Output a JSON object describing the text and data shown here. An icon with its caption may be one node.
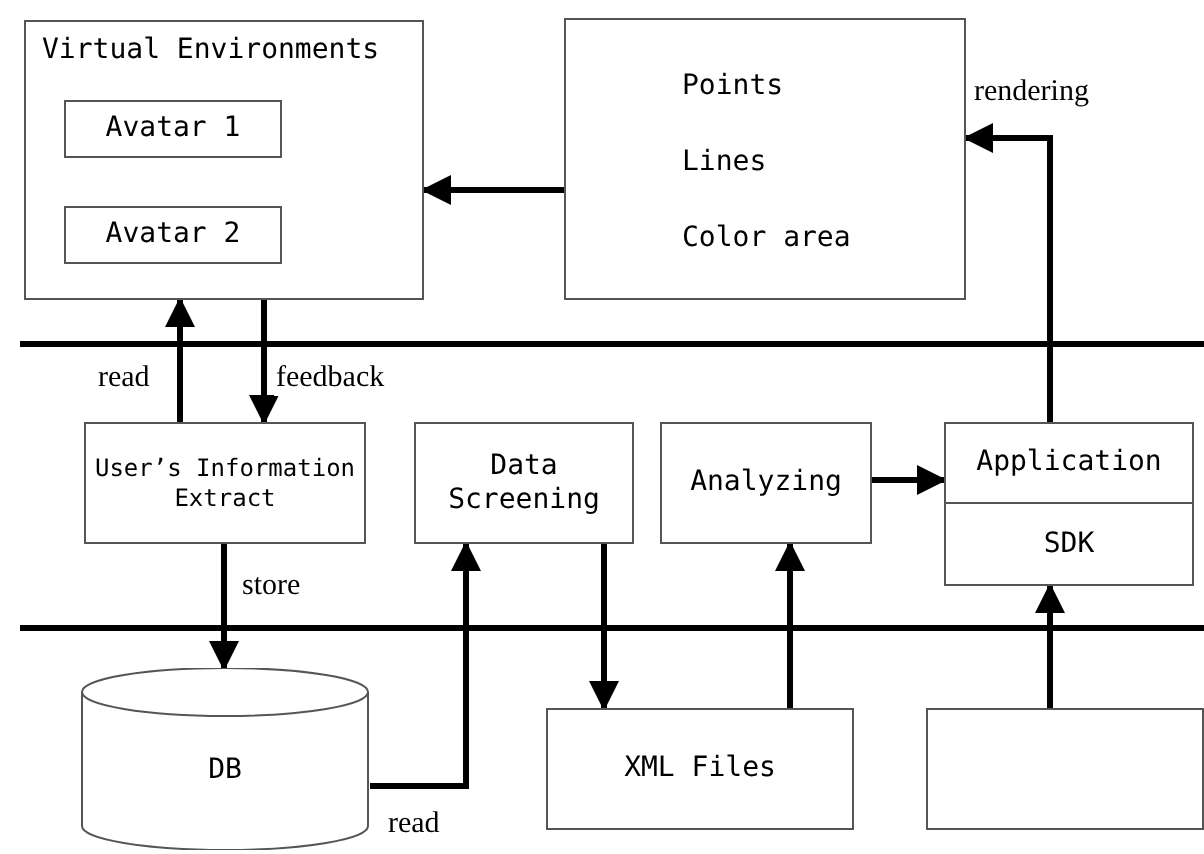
{
  "diagram": {
    "nodes": [
      {
        "text": [
          "Virtual Environments"
        ]
      },
      {
        "text": [
          "Avatar 1"
        ],
        "in": 0
      },
      {
        "text": [
          "Avatar 2"
        ],
        "in": 0
      },
      {
        "text": [
          "Points",
          "Lines",
          "Color area"
        ]
      },
      {
        "text": [
          "User’s Information Extract"
        ]
      },
      {
        "text": [
          "Data Screening"
        ]
      },
      {
        "text": [
          "Analyzing"
        ]
      },
      {
        "text": [
          "Application"
        ]
      },
      {
        "text": [
          "SDK"
        ]
      },
      {
        "text": [
          "DB"
        ]
      },
      {
        "text": [
          "XML Files"
        ]
      },
      {
        "text": [],
        "shape": "box"
      }
    ],
    "edges": [
      {
        "from": 3,
        "to": 0,
        "arrow": "to"
      },
      {
        "from": 4,
        "to": 0,
        "arrow": "to",
        "label": "read"
      },
      {
        "from": 0,
        "to": 4,
        "arrow": "to",
        "label": "feedback"
      },
      {
        "from": 4,
        "to": 9,
        "arrow": "to",
        "label": "store"
      },
      {
        "from": 9,
        "to": 5,
        "arrow": "to",
        "label": "read"
      },
      {
        "from": 5,
        "to": 10,
        "arrow": "to"
      },
      {
        "from": 10,
        "to": 6,
        "arrow": "to"
      },
      {
        "from": 6,
        "to": 7,
        "arrow": "to"
      },
      {
        "from": 11,
        "to": 8,
        "arrow": "to"
      },
      {
        "from": 7,
        "to": 3,
        "arrow": "to",
        "label": "rendering"
      }
    ]
  }
}
